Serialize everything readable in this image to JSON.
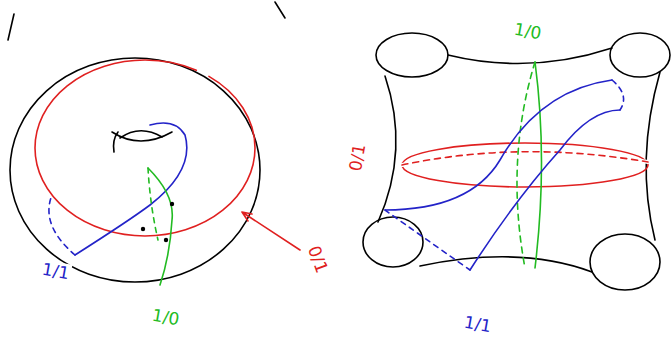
{
  "diagram": {
    "labels": [
      "1/1",
      "0/1",
      "1/0",
      "1/0",
      "0/1",
      "1/1"
    ]
  }
}
